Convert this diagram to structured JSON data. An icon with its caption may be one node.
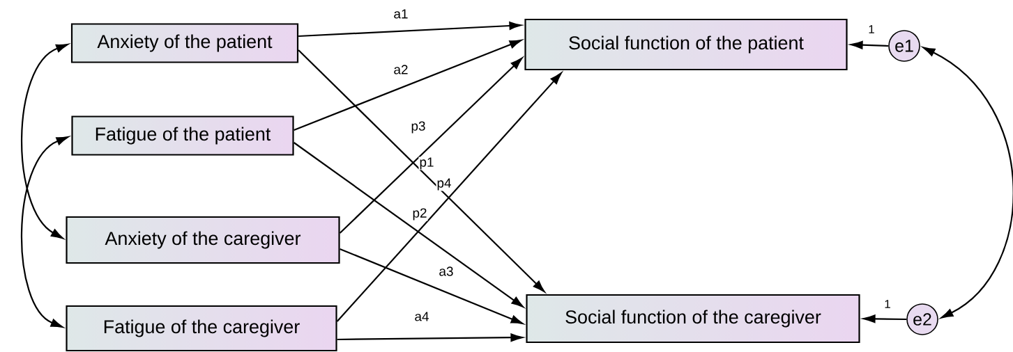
{
  "diagram": {
    "nodes": [
      {
        "text": [
          "Anxiety of the patient"
        ]
      },
      {
        "text": [
          "Fatigue of the patient"
        ]
      },
      {
        "text": [
          "Anxiety of the caregiver"
        ]
      },
      {
        "text": [
          "Fatigue of the caregiver"
        ]
      },
      {
        "text": [
          "Social function of the patient"
        ]
      },
      {
        "text": [
          "Social function of the caregiver"
        ]
      },
      {
        "text": [
          "e1"
        ]
      },
      {
        "text": [
          "e2"
        ]
      }
    ],
    "edges": [
      {
        "from": 0,
        "to": 4,
        "arrow": "to",
        "label": "a1"
      },
      {
        "from": 1,
        "to": 4,
        "arrow": "to",
        "label": "a2"
      },
      {
        "from": 2,
        "to": 4,
        "arrow": "to",
        "label": "p3"
      },
      {
        "from": 3,
        "to": 4,
        "arrow": "to",
        "label": "p4"
      },
      {
        "from": 0,
        "to": 5,
        "arrow": "to",
        "label": "p1"
      },
      {
        "from": 1,
        "to": 5,
        "arrow": "to",
        "label": "p2"
      },
      {
        "from": 2,
        "to": 5,
        "arrow": "to",
        "label": "a3"
      },
      {
        "from": 3,
        "to": 5,
        "arrow": "to",
        "label": "a4"
      },
      {
        "from": 6,
        "to": 4,
        "arrow": "to",
        "label": "1"
      },
      {
        "from": 7,
        "to": 5,
        "arrow": "to",
        "label": "1"
      },
      {
        "from": 0,
        "to": 2,
        "arrow": "both"
      },
      {
        "from": 1,
        "to": 3,
        "arrow": "both"
      },
      {
        "from": 6,
        "to": 7,
        "arrow": "both"
      }
    ]
  }
}
